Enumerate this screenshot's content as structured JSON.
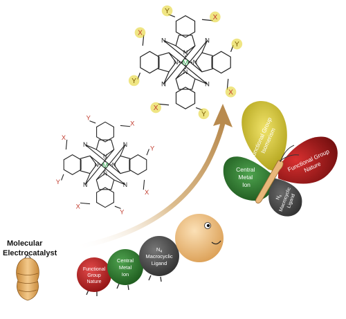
{
  "top_molecule": {
    "metal": "M",
    "nitrogen": "N",
    "nh": "N",
    "substituent_x": "X",
    "substituent_y": "Y"
  },
  "middle_molecule": {
    "metal": "M",
    "nitrogen": "N",
    "substituent_x": "X",
    "substituent_y": "Y"
  },
  "pupa_label": {
    "line1": "Molecular",
    "line2": "Electrocatalyst"
  },
  "caterpillar": {
    "segment_1": [
      "Functional",
      "Group",
      "Nature"
    ],
    "segment_2": [
      "Central",
      "Metal",
      "Ion"
    ],
    "segment_3": [
      "N",
      "4",
      "Macrocyclic",
      "Ligand"
    ]
  },
  "butterfly": {
    "upper_left_wing": [
      "Functional Group",
      "Isomerism"
    ],
    "lower_left_wing": [
      "Central",
      "Metal",
      "Ion"
    ],
    "upper_right_wing": [
      "Functional Group",
      "Nature"
    ],
    "lower_right_wing": [
      "N",
      "4",
      "Macrocyclic",
      "Ligand"
    ]
  },
  "colors": {
    "x_red": "#c0392b",
    "y_yellow": "#e6b800",
    "metal_green": "#3aa655",
    "arrow_tan": "#c9a06a",
    "red_segment": "#c42126",
    "green_segment": "#2f7d2f",
    "grey_segment": "#555555",
    "head": "#f4c58a",
    "wing_yellow": "#e2cf1d"
  }
}
